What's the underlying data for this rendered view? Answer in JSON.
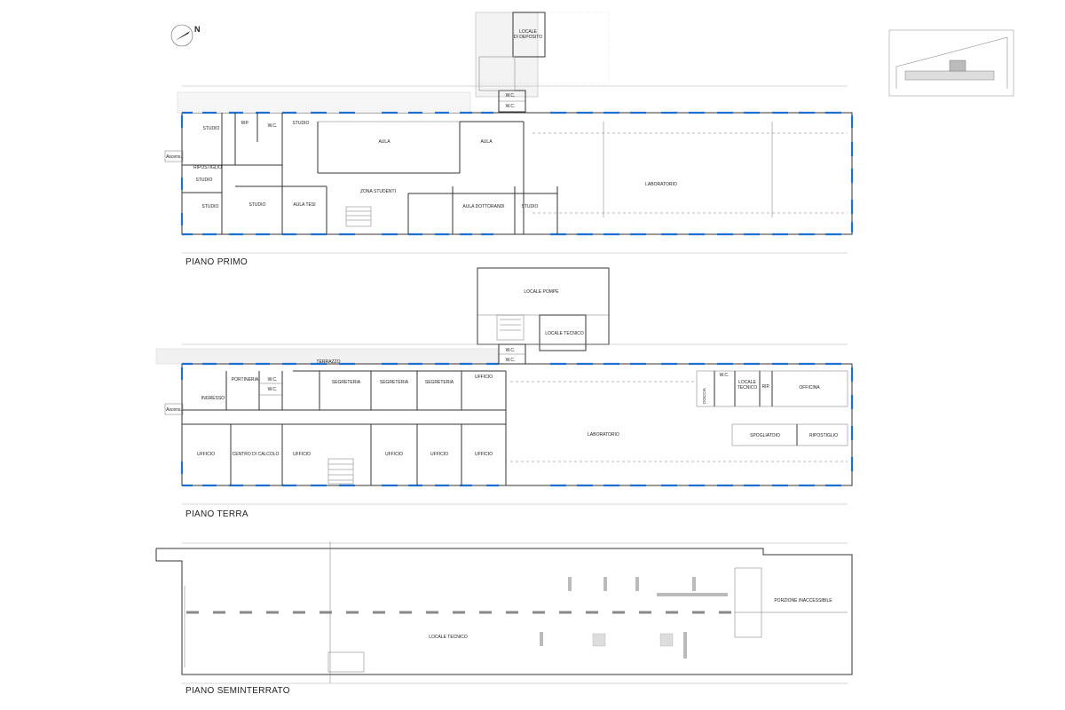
{
  "floors": {
    "primo": {
      "title": "PIANO PRIMO",
      "rooms": {
        "locale_deposito": "LOCALE\nDI DEPOSITO",
        "wc_a": "W.C.",
        "wc_b": "W.C.",
        "studio_212": "STUDIO",
        "rip": "RIP.",
        "wc_c": "W.C.",
        "studio_b": "STUDIO",
        "aula_203": "AULA",
        "aula_204": "AULA",
        "ascens": "Ascens.",
        "ripostiglio": "RIPOSTIGLIO",
        "studio_211": "STUDIO",
        "studio_210": "STUDIO",
        "studio_209": "STUDIO",
        "aula_tesi": "AULA TESI",
        "zona_studenti": "ZONA STUDENTI",
        "aula_dottorandi": "AULA DOTTORANDI",
        "studio_205": "STUDIO",
        "laboratorio": "LABORATORIO"
      }
    },
    "terra": {
      "title": "PIANO TERRA",
      "rooms": {
        "locale_pompe": "LOCALE POMPE",
        "locale_tecnico": "LOCALE TECNICO",
        "wc_a": "W.C.",
        "wc_b": "W.C.",
        "terrazzo": "TERRAZZO",
        "portineria": "PORTINERIA",
        "wc_c": "W.C.",
        "wc_d": "W.C.",
        "ingresso": "INGRESSO",
        "segreteria_a": "SEGRETERIA",
        "segreteria_b": "SEGRETERIA",
        "segreteria_c": "SEGRETERIA",
        "ufficio_top": "UFFICIO",
        "ascens": "Ascens.",
        "doccia": "DOCCIA",
        "wc_e": "W.C.",
        "locale_tecnico_2": "LOCALE\nTECNICO",
        "rip": "RIP.",
        "officina": "OFFICINA",
        "laboratorio": "LABORATORIO",
        "spogliatoio": "SPOGLIATOIO",
        "ripostiglio": "RIPOSTIGLIO",
        "ufficio_a": "UFFICIO",
        "centro_calcolo": "CENTRO DI CALCOLO",
        "ufficio_b": "UFFICIO",
        "ufficio_c": "UFFICIO",
        "ufficio_d": "UFFICIO",
        "ufficio_e": "UFFICIO"
      }
    },
    "seminterrato": {
      "title": "PIANO SEMINTERRATO",
      "rooms": {
        "locale_tecnico": "LOCALE TECNICO",
        "porzione": "PORZIONE INACCESSIBILE"
      }
    }
  },
  "north_label": "N",
  "colors": {
    "windows": "#1f6fd1",
    "walls": "#333333"
  }
}
